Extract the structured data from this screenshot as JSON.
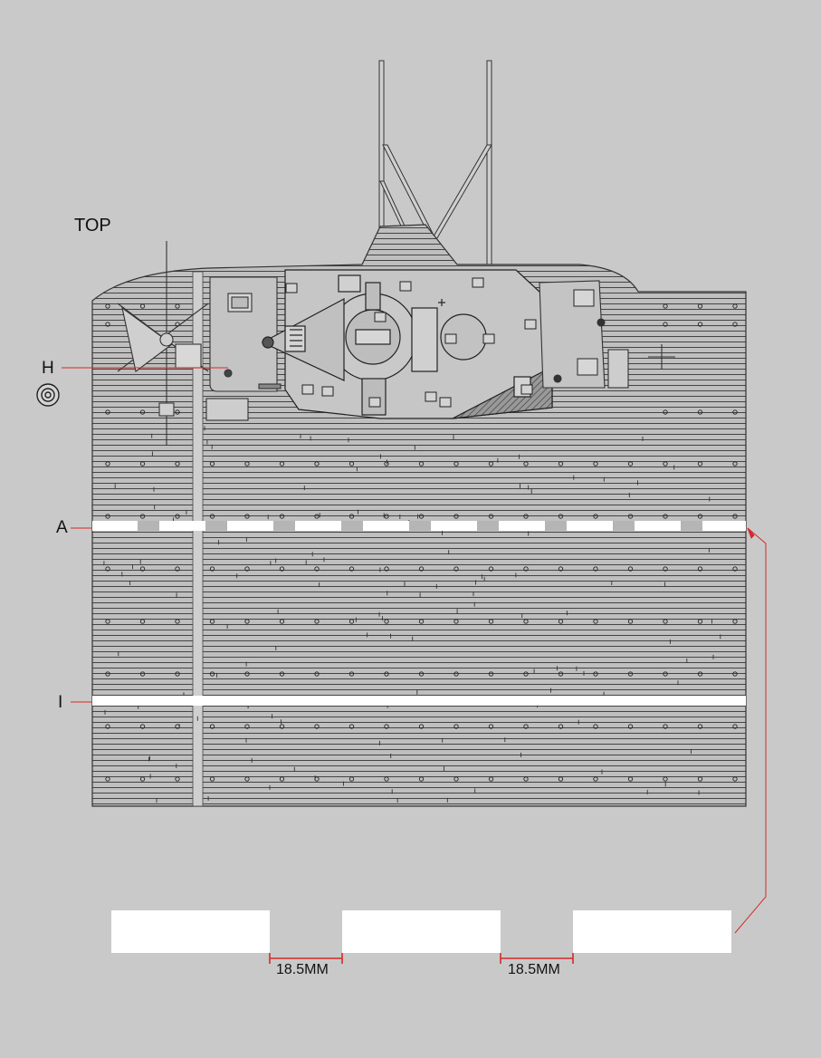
{
  "labels": {
    "top": "TOP",
    "marker_h": "H",
    "marker_a": "A",
    "marker_i": "I"
  },
  "dimensions": [
    "18.5MM",
    "18.5MM"
  ],
  "colors": {
    "background": "#c9c9c9",
    "deck": "#bdbdbd",
    "plank_line": "#3a3a3a",
    "leader": "#d42a2a",
    "strip": "#ffffff"
  }
}
